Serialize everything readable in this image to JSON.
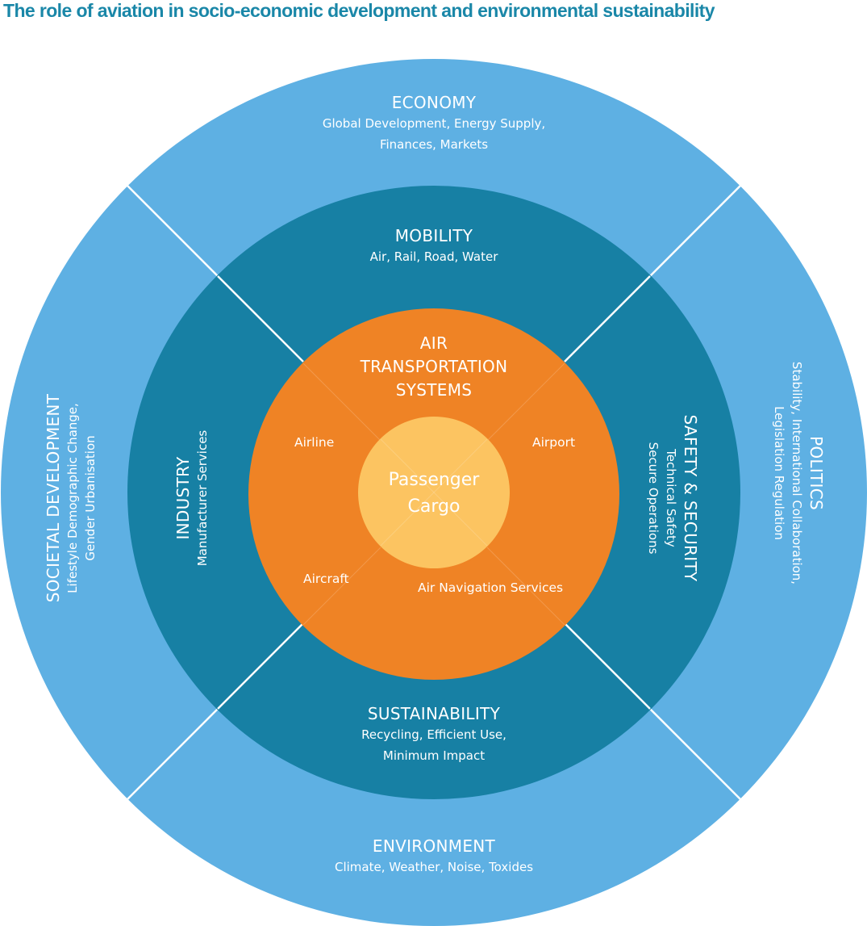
{
  "title": "The role of aviation in socio-economic development and environmental sustainability",
  "colors": {
    "outer_ring": "#5eb0e3",
    "middle_ring": "#1780a4",
    "core_ring": "#ef8325",
    "center": "#fcc461",
    "divider": "#ffffff",
    "title": "#1a87a8"
  },
  "outer_ring": {
    "top": {
      "heading": "ECONOMY",
      "lines": [
        "Global Development, Energy Supply,",
        "Finances, Markets"
      ]
    },
    "left": {
      "heading": "SOCIETAL DEVELOPMENT",
      "lines": [
        "Lifestyle Demographic Change,",
        "Gender Urbanisation"
      ]
    },
    "right": {
      "heading": "POLITICS",
      "lines": [
        "Stability, International Collaboration,",
        "Legislation Regulation"
      ]
    },
    "bottom": {
      "heading": "ENVIRONMENT",
      "lines": [
        "Climate, Weather, Noise, Toxides"
      ]
    }
  },
  "middle_ring": {
    "top": {
      "heading": "MOBILITY",
      "lines": [
        "Air, Rail, Road, Water"
      ]
    },
    "left": {
      "heading": "INDUSTRY",
      "lines": [
        "Manufacturer Services"
      ]
    },
    "right": {
      "heading": "SAFETY & SECURITY",
      "lines": [
        "Technical Safety",
        "Secure Operations"
      ]
    },
    "bottom": {
      "heading": "SUSTAINABILITY",
      "lines": [
        "Recycling, Efficient Use,",
        "Minimum Impact"
      ]
    }
  },
  "core_ring": {
    "heading_lines": [
      "AIR",
      "TRANSPORTATION",
      "SYSTEMS"
    ],
    "items": {
      "top_left": "Airline",
      "top_right": "Airport",
      "bottom_left": "Aircraft",
      "bottom_right": "Air Navigation Services"
    }
  },
  "center": {
    "lines": [
      "Passenger",
      "Cargo"
    ]
  }
}
